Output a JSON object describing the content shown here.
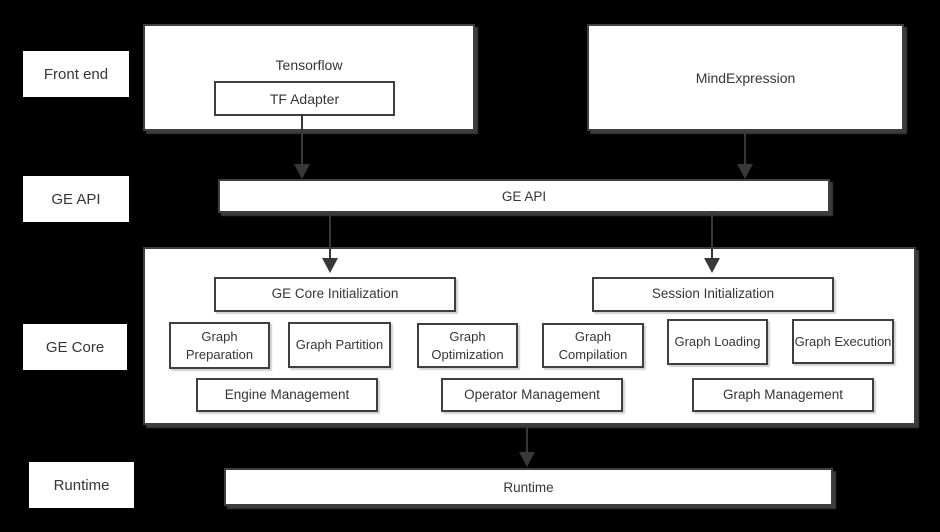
{
  "diagram": {
    "title_semantic": "GE architecture diagram",
    "layer_labels": [
      {
        "label": "Front end"
      },
      {
        "label": "GE API"
      },
      {
        "label": "GE Core"
      },
      {
        "label": "Runtime"
      }
    ],
    "front_end": {
      "tensorflow_title": "Tensorflow",
      "tf_adapter": "TF Adapter",
      "mind_expression": "MindExpression"
    },
    "ge_api_bar": "GE API",
    "ge_core": {
      "init_boxes": [
        "GE Core Initialization",
        "Session Initialization"
      ],
      "stage_boxes": [
        "Graph Preparation",
        "Graph Partition",
        "Graph Optimization",
        "Graph Compilation",
        "Graph Loading",
        "Graph Execution"
      ],
      "management_boxes": [
        "Engine Management",
        "Operator Management",
        "Graph Management"
      ]
    },
    "runtime_bar": "Runtime",
    "arrows": [
      {
        "from": "TF Adapter",
        "to": "GE API"
      },
      {
        "from": "MindExpression",
        "to": "GE API"
      },
      {
        "from": "GE API",
        "to": "GE Core Initialization"
      },
      {
        "from": "GE API",
        "to": "Session Initialization"
      },
      {
        "from": "GE Core",
        "to": "Runtime"
      }
    ],
    "colors": {
      "background": "#000000",
      "box_background": "#ffffff",
      "border": "#3f3f3f",
      "text": "#363636",
      "arrow": "#383838"
    }
  }
}
